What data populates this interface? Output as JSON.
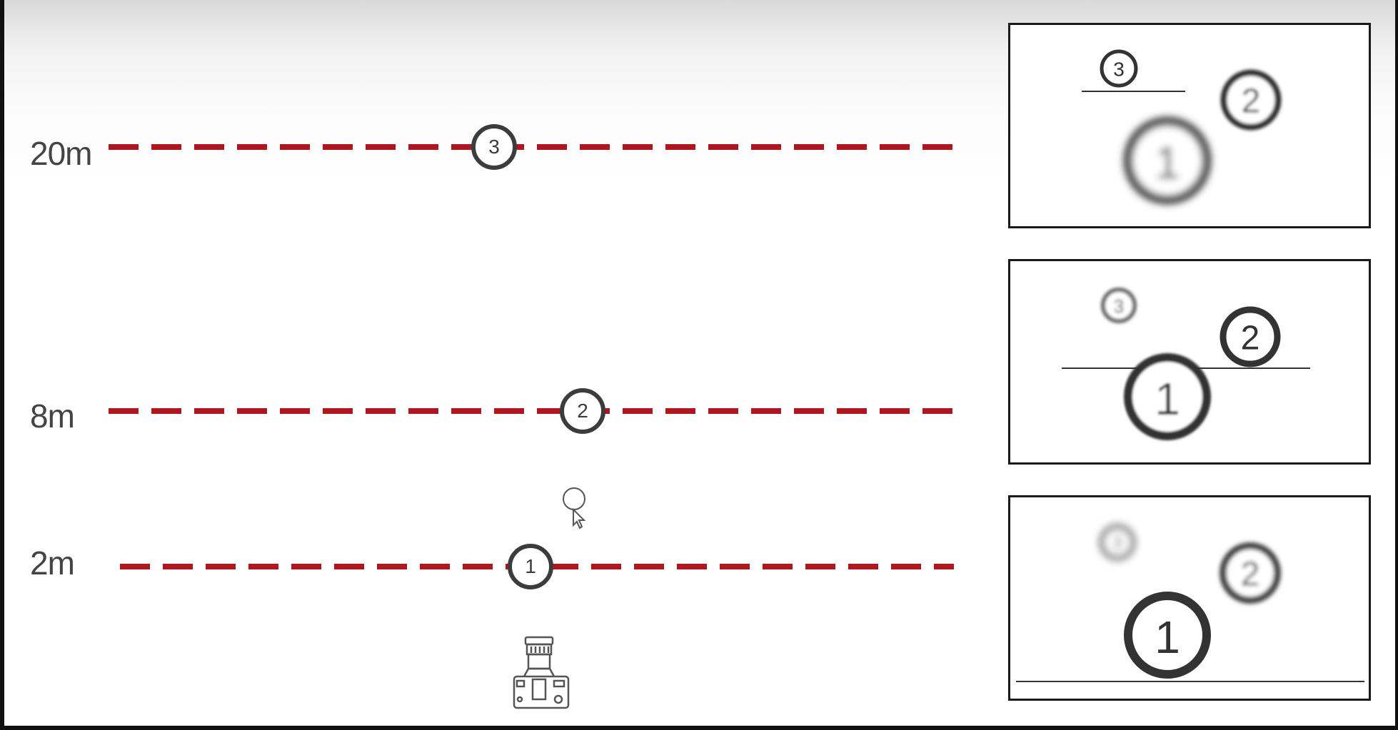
{
  "distances": [
    {
      "label": "20m",
      "marker": "3"
    },
    {
      "label": "8m",
      "marker": "2"
    },
    {
      "label": "2m",
      "marker": "1"
    }
  ],
  "panels": [
    {
      "marker_labels": [
        "3",
        "2",
        "1"
      ],
      "sharp": "3",
      "focus_distance": "20m"
    },
    {
      "marker_labels": [
        "3",
        "2",
        "1"
      ],
      "sharp": "2",
      "focus_distance": "8m"
    },
    {
      "marker_labels": [
        "3",
        "2",
        "1"
      ],
      "sharp": "1",
      "focus_distance": "2m"
    }
  ],
  "colors": {
    "dashed_line": "#b0161e",
    "marker": "#3c3c3c"
  },
  "icons": [
    "camera-icon",
    "cursor-icon"
  ]
}
